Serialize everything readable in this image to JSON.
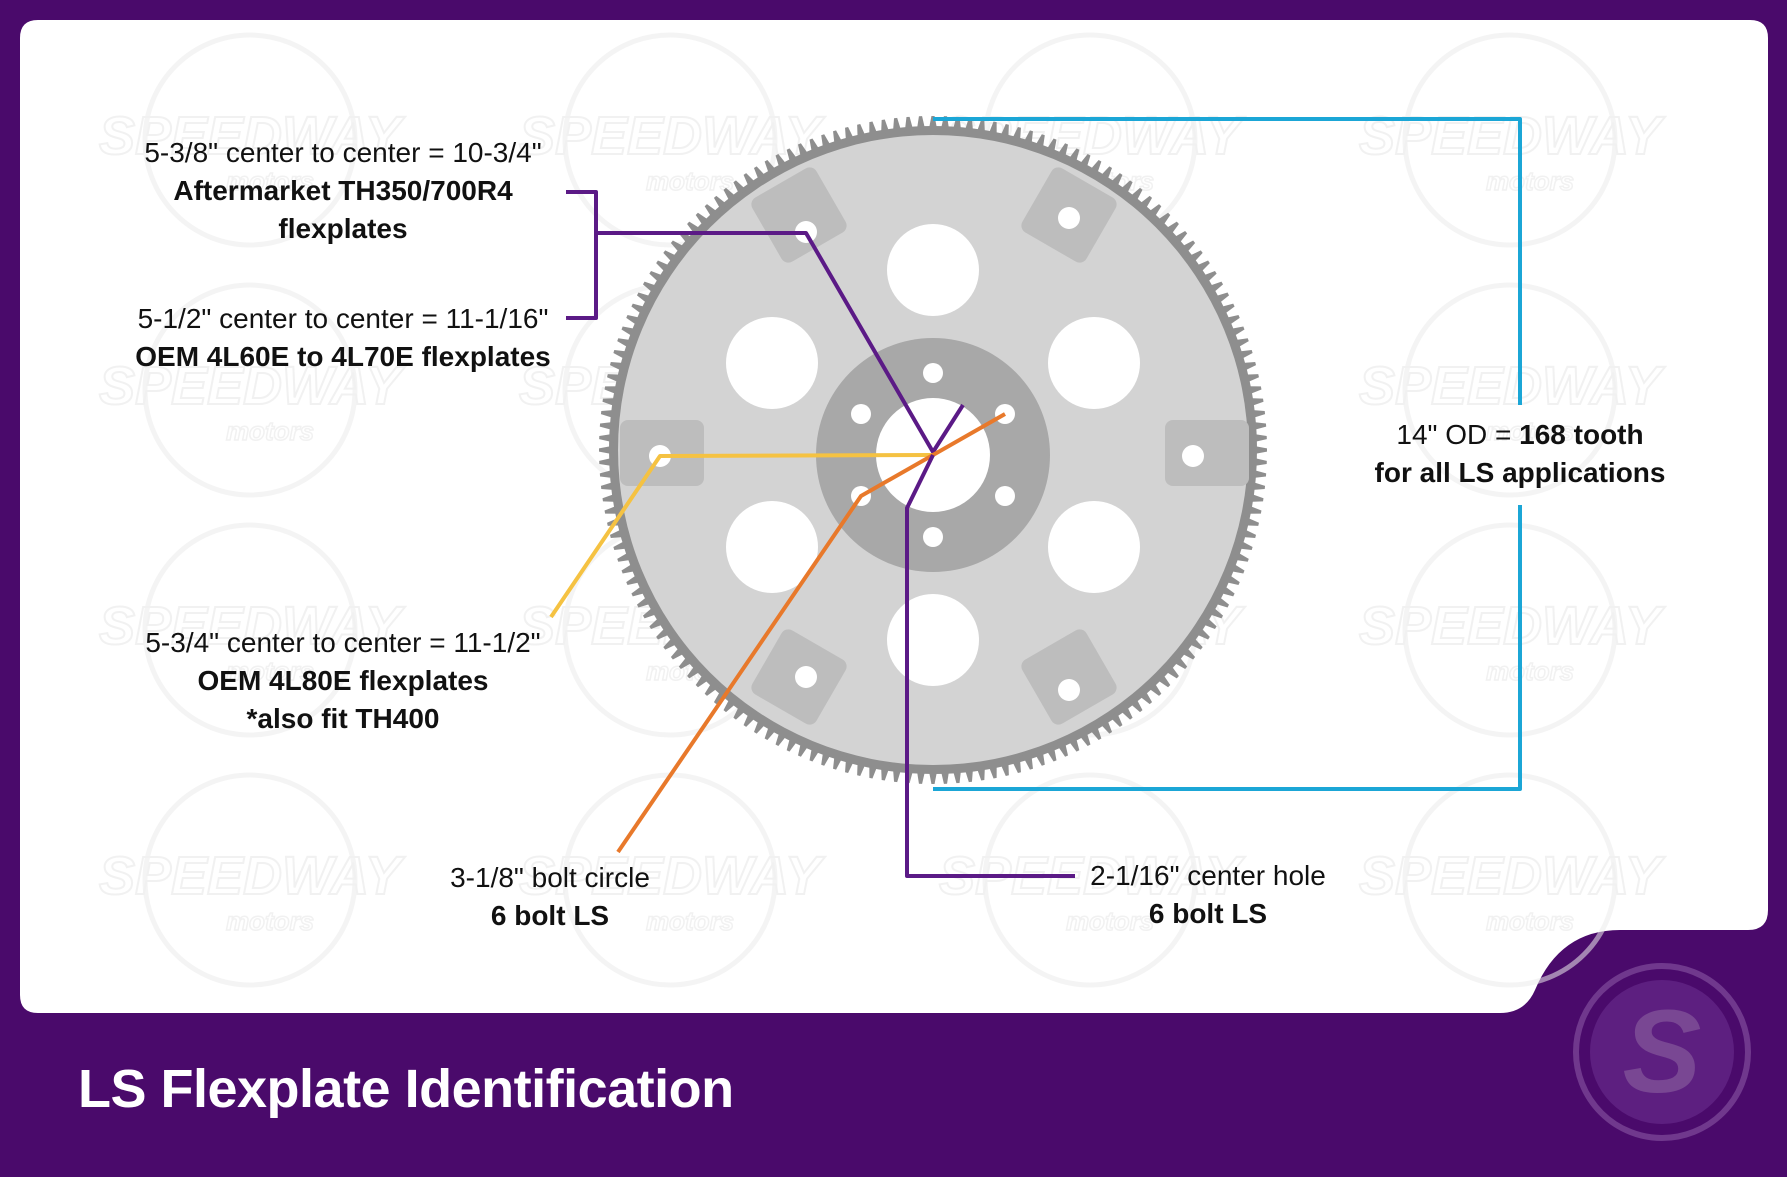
{
  "title": "LS Flexplate Identification",
  "brand_watermark": "SPEEDWAY motors",
  "brand_logo_letter": "S",
  "colors": {
    "frame": "#4a0a6b",
    "panel": "#ffffff",
    "plate": "#d4d4d4",
    "teeth": "#8a8a8a",
    "hub": "#a9a9a9",
    "purple_leader": "#5b1a86",
    "yellow_leader": "#f5c242",
    "orange_leader": "#e8792b",
    "blue_leader": "#1ba6d6"
  },
  "callouts": {
    "th350": {
      "line1": "5-3/8\" center to center = 10-3/4\"",
      "line2": "Aftermarket TH350/700R4",
      "line3": "flexplates"
    },
    "4l60e": {
      "line1": "5-1/2\" center to center = 11-1/16\"",
      "line2": "OEM 4L60E to 4L70E flexplates"
    },
    "4l80e": {
      "line1": "5-3/4\" center to center = 11-1/2\"",
      "line2": "OEM 4L80E flexplates",
      "line3": "*also fit TH400"
    },
    "bolt_circle": {
      "line1": "3-1/8\" bolt circle",
      "line2": "6 bolt LS"
    },
    "center_hole": {
      "line1": "2-1/16\" center hole",
      "line2": "6 bolt LS"
    },
    "od": {
      "line1_a": "14\" OD = ",
      "line1_b": "168 tooth",
      "line2": "for all LS applications"
    }
  },
  "ring_gear_teeth": 168
}
